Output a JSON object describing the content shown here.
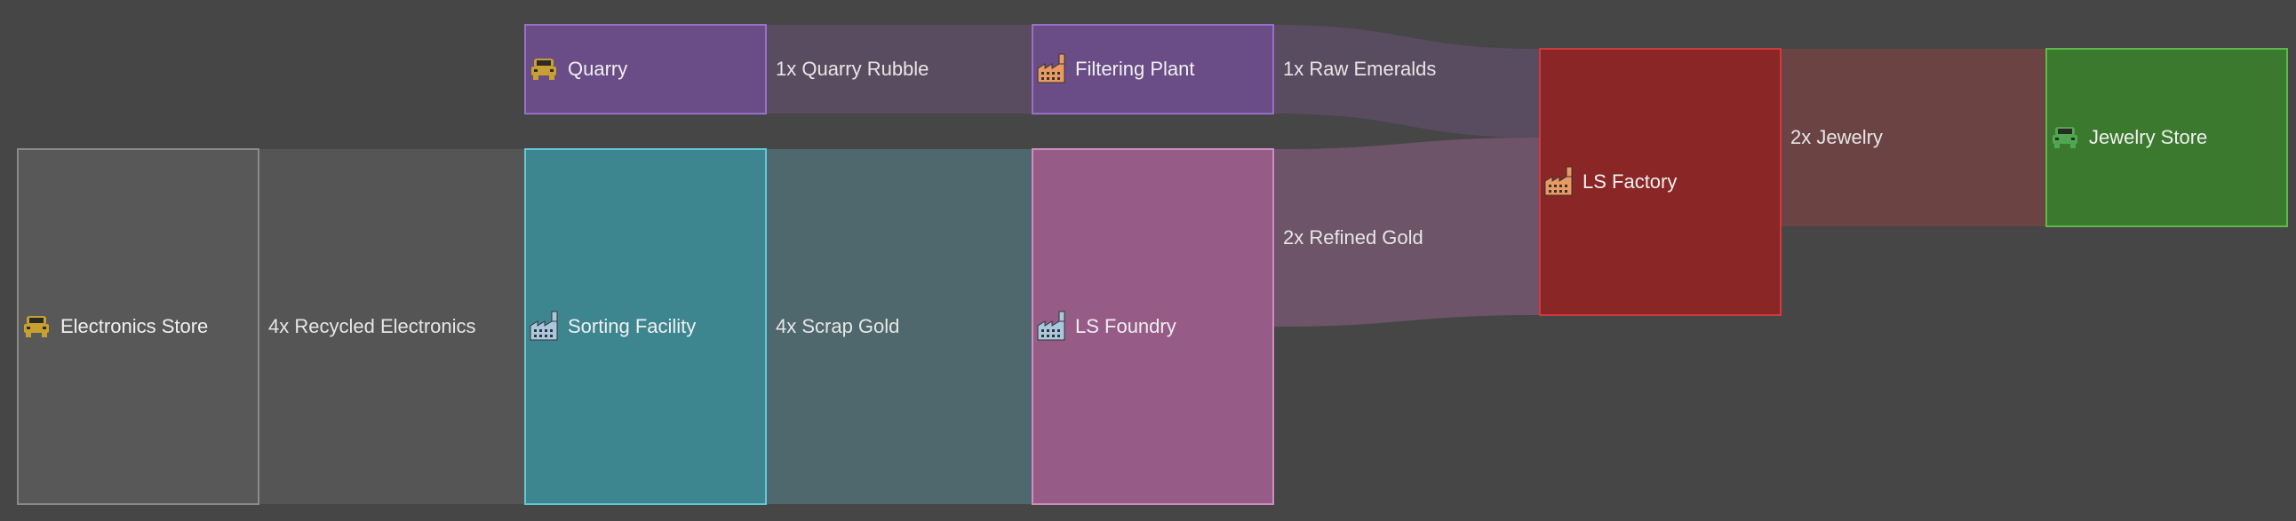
{
  "diagram": {
    "type": "sankey",
    "background": "#464646",
    "nodes": [
      {
        "id": "electronics_store",
        "label": "Electronics Store",
        "icon": "vehicle-icon",
        "icon_color": "#c8a032",
        "fill": "#585858",
        "stroke": "#8a8a8a"
      },
      {
        "id": "quarry",
        "label": "Quarry",
        "icon": "vehicle-icon",
        "icon_color": "#c8a032",
        "fill": "#6a4d87",
        "stroke": "#9870c8"
      },
      {
        "id": "sorting_facility",
        "label": "Sorting Facility",
        "icon": "factory-icon",
        "icon_color": "#a9c8e0",
        "fill": "#3d8690",
        "stroke": "#60c8d8"
      },
      {
        "id": "filtering_plant",
        "label": "Filtering Plant",
        "icon": "factory-icon",
        "icon_color": "#e89a60",
        "fill": "#6a4d87",
        "stroke": "#9870c8"
      },
      {
        "id": "ls_foundry",
        "label": "LS Foundry",
        "icon": "factory-icon",
        "icon_color": "#a9c8e0",
        "fill": "#975b88",
        "stroke": "#d08cc0"
      },
      {
        "id": "ls_factory",
        "label": "LS Factory",
        "icon": "factory-icon",
        "icon_color": "#e89a60",
        "fill": "#8b2626",
        "stroke": "#d03a3a"
      },
      {
        "id": "jewelry_store",
        "label": "Jewelry Store",
        "icon": "vehicle-icon",
        "icon_color": "#4fa850",
        "fill": "#3b7a2e",
        "stroke": "#5cb84a"
      }
    ],
    "links": [
      {
        "id": "recycled_electronics",
        "source": "electronics_store",
        "target": "sorting_facility",
        "label": "4x Recycled Electronics",
        "color": "#575757"
      },
      {
        "id": "quarry_rubble",
        "source": "quarry",
        "target": "filtering_plant",
        "label": "1x Quarry Rubble",
        "color": "#5c4d63"
      },
      {
        "id": "scrap_gold",
        "source": "sorting_facility",
        "target": "ls_foundry",
        "label": "4x Scrap Gold",
        "color": "#4f6b71"
      },
      {
        "id": "raw_emeralds",
        "source": "filtering_plant",
        "target": "ls_factory",
        "label": "1x Raw Emeralds",
        "color": "#5c4d63"
      },
      {
        "id": "refined_gold",
        "source": "ls_foundry",
        "target": "ls_factory",
        "label": "2x Refined Gold",
        "color": "#71566b"
      },
      {
        "id": "jewelry",
        "source": "ls_factory",
        "target": "jewelry_store",
        "label": "2x Jewelry",
        "color": "#704343"
      }
    ]
  }
}
